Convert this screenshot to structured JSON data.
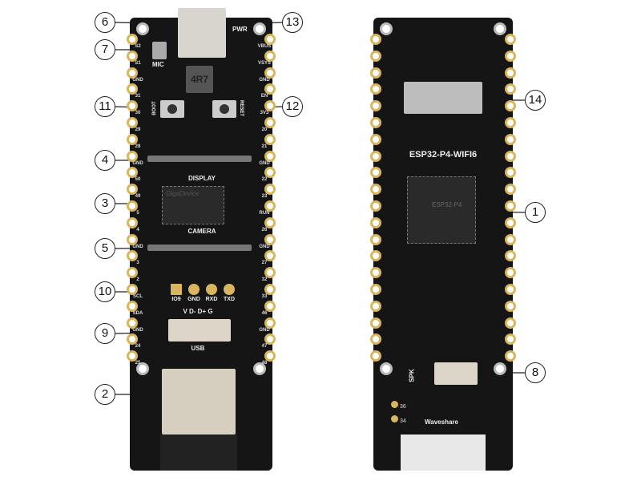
{
  "left_board": {
    "left_pins": [
      "S2",
      "S1",
      "GND",
      "31",
      "30",
      "29",
      "28",
      "GND",
      "50",
      "49",
      "5",
      "4",
      "GND",
      "3",
      "2",
      "SCL",
      "SDA",
      "GND",
      "24",
      "25"
    ],
    "right_pins": [
      "VBUS",
      "VSYS",
      "GND",
      "EN",
      "3V3",
      "20",
      "21",
      "GND",
      "22",
      "23",
      "RUN",
      "26",
      "GND",
      "27",
      "32",
      "33",
      "46",
      "GND",
      "47",
      "48"
    ],
    "pwr": "PWR",
    "mic": "MIC",
    "inductor": "4R7",
    "boot": "BOOT",
    "reset": "RESET",
    "display": "DISPLAY",
    "camera": "CAMERA",
    "psram_brand": "GigaDevice",
    "uart_labels": [
      "IO9",
      "GND",
      "RXD",
      "TXD"
    ],
    "usb_pins": "V D- D+ G",
    "usb": "USB"
  },
  "right_board": {
    "title": "ESP32-P4-WIFI6",
    "chip_text": "ESP32-P4",
    "spk": "SPK",
    "brand": "Waveshare",
    "pads": [
      "36",
      "34"
    ]
  },
  "callouts": {
    "c1": "1",
    "c2": "2",
    "c3": "3",
    "c4": "4",
    "c5": "5",
    "c6": "6",
    "c7": "7",
    "c8": "8",
    "c9": "9",
    "c10": "10",
    "c11": "11",
    "c12": "12",
    "c13": "13",
    "c14": "14"
  }
}
